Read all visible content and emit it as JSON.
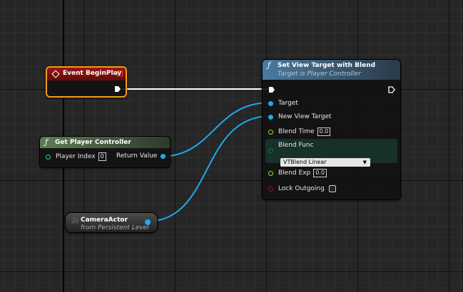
{
  "nodes": {
    "begin_play": {
      "title": "Event BeginPlay"
    },
    "get_player_controller": {
      "title": "Get Player Controller",
      "player_index_label": "Player Index",
      "player_index_value": "0",
      "return_value_label": "Return Value"
    },
    "camera_actor": {
      "title": "CameraActor",
      "subtitle": "from Persistent Level"
    },
    "set_view_target": {
      "title": "Set View Target with Blend",
      "subtitle": "Target is Player Controller",
      "target_label": "Target",
      "new_view_target_label": "New View Target",
      "blend_time_label": "Blend Time",
      "blend_time_value": "0.0",
      "blend_func_label": "Blend Func",
      "blend_func_value": "VTBlend Linear",
      "blend_exp_label": "Blend Exp",
      "blend_exp_value": "0.0",
      "lock_outgoing_label": "Lock Outgoing",
      "lock_outgoing_checked": false
    }
  },
  "icons": {
    "event": "diamond-icon",
    "function": "f-icon",
    "camera": "camera-icon",
    "delegate": "red-square-icon"
  },
  "colors": {
    "exec_wire": "#ffffff",
    "object_wire": "#1fa8f2",
    "selected_outline": "#f39c1b",
    "event_header": "#8e1410",
    "pure_function_header": "#4d6b45",
    "function_header": "#3d6a8d"
  }
}
